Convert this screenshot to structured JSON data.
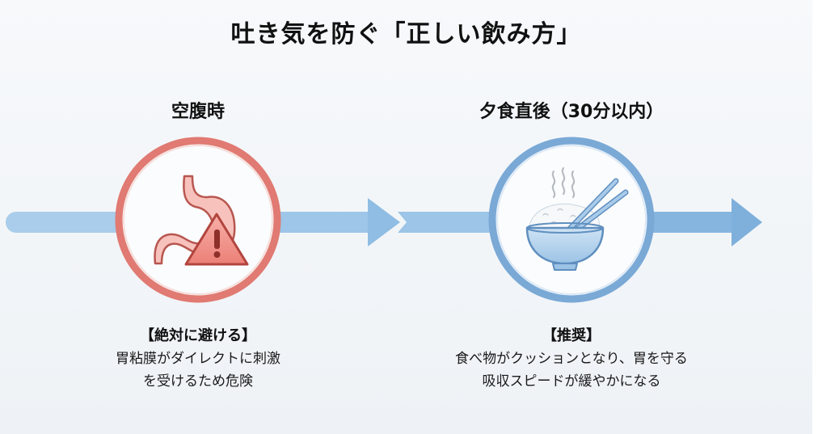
{
  "title": "吐き気を防ぐ「正しい飲み方」",
  "colors": {
    "track": "#a9cdea",
    "arrow": "#8fbde3",
    "danger_ring": "#e07a72",
    "danger_fill": "#f3a7a0",
    "safe_ring": "#7aa9d6",
    "safe_fill": "#bcd8f0"
  },
  "steps": [
    {
      "label": "空腹時",
      "icon": "stomach-warning-icon",
      "tag": "【絶対に避ける】",
      "description": [
        "胃粘膜がダイレクトに刺激",
        "を受けるため危険"
      ]
    },
    {
      "label": "夕食直後（30分以内）",
      "icon": "rice-bowl-chopsticks-icon",
      "tag": "【推奨】",
      "description": [
        "食べ物がクッションとなり、胃を守る",
        "吸収スピードが緩やかになる"
      ]
    }
  ]
}
